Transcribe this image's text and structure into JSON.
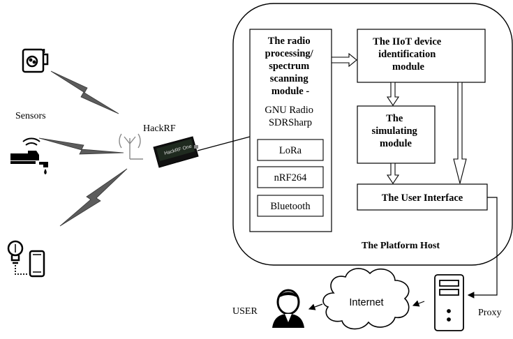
{
  "labels": {
    "sensors": "Sensors",
    "hackrf": "HackRF",
    "platform_host": "The Platform Host",
    "internet": "Internet",
    "user": "USER",
    "proxy": "Proxy"
  },
  "radio_module": {
    "title_lines": [
      "The radio",
      "processing/",
      "spectrum",
      "scanning",
      "module -"
    ],
    "software_lines": [
      "GNU Radio",
      "SDRSharp"
    ],
    "protocols": [
      "LoRa",
      "nRF264",
      "Bluetooth"
    ]
  },
  "iiot_module": {
    "lines": [
      "The IIoT device",
      "identification",
      "module"
    ]
  },
  "sim_module": {
    "lines": [
      "The",
      "simulating",
      "module"
    ]
  },
  "ui_module": {
    "label": "The User Interface"
  },
  "device_text": "HackRF One",
  "icons": [
    "socket-sensor-icon",
    "water-tap-icon",
    "bulb-phone-icon",
    "antenna-icon",
    "hackrf-device-icon",
    "lightning-bolt-icon",
    "server-icon",
    "cloud-icon",
    "user-icon"
  ]
}
